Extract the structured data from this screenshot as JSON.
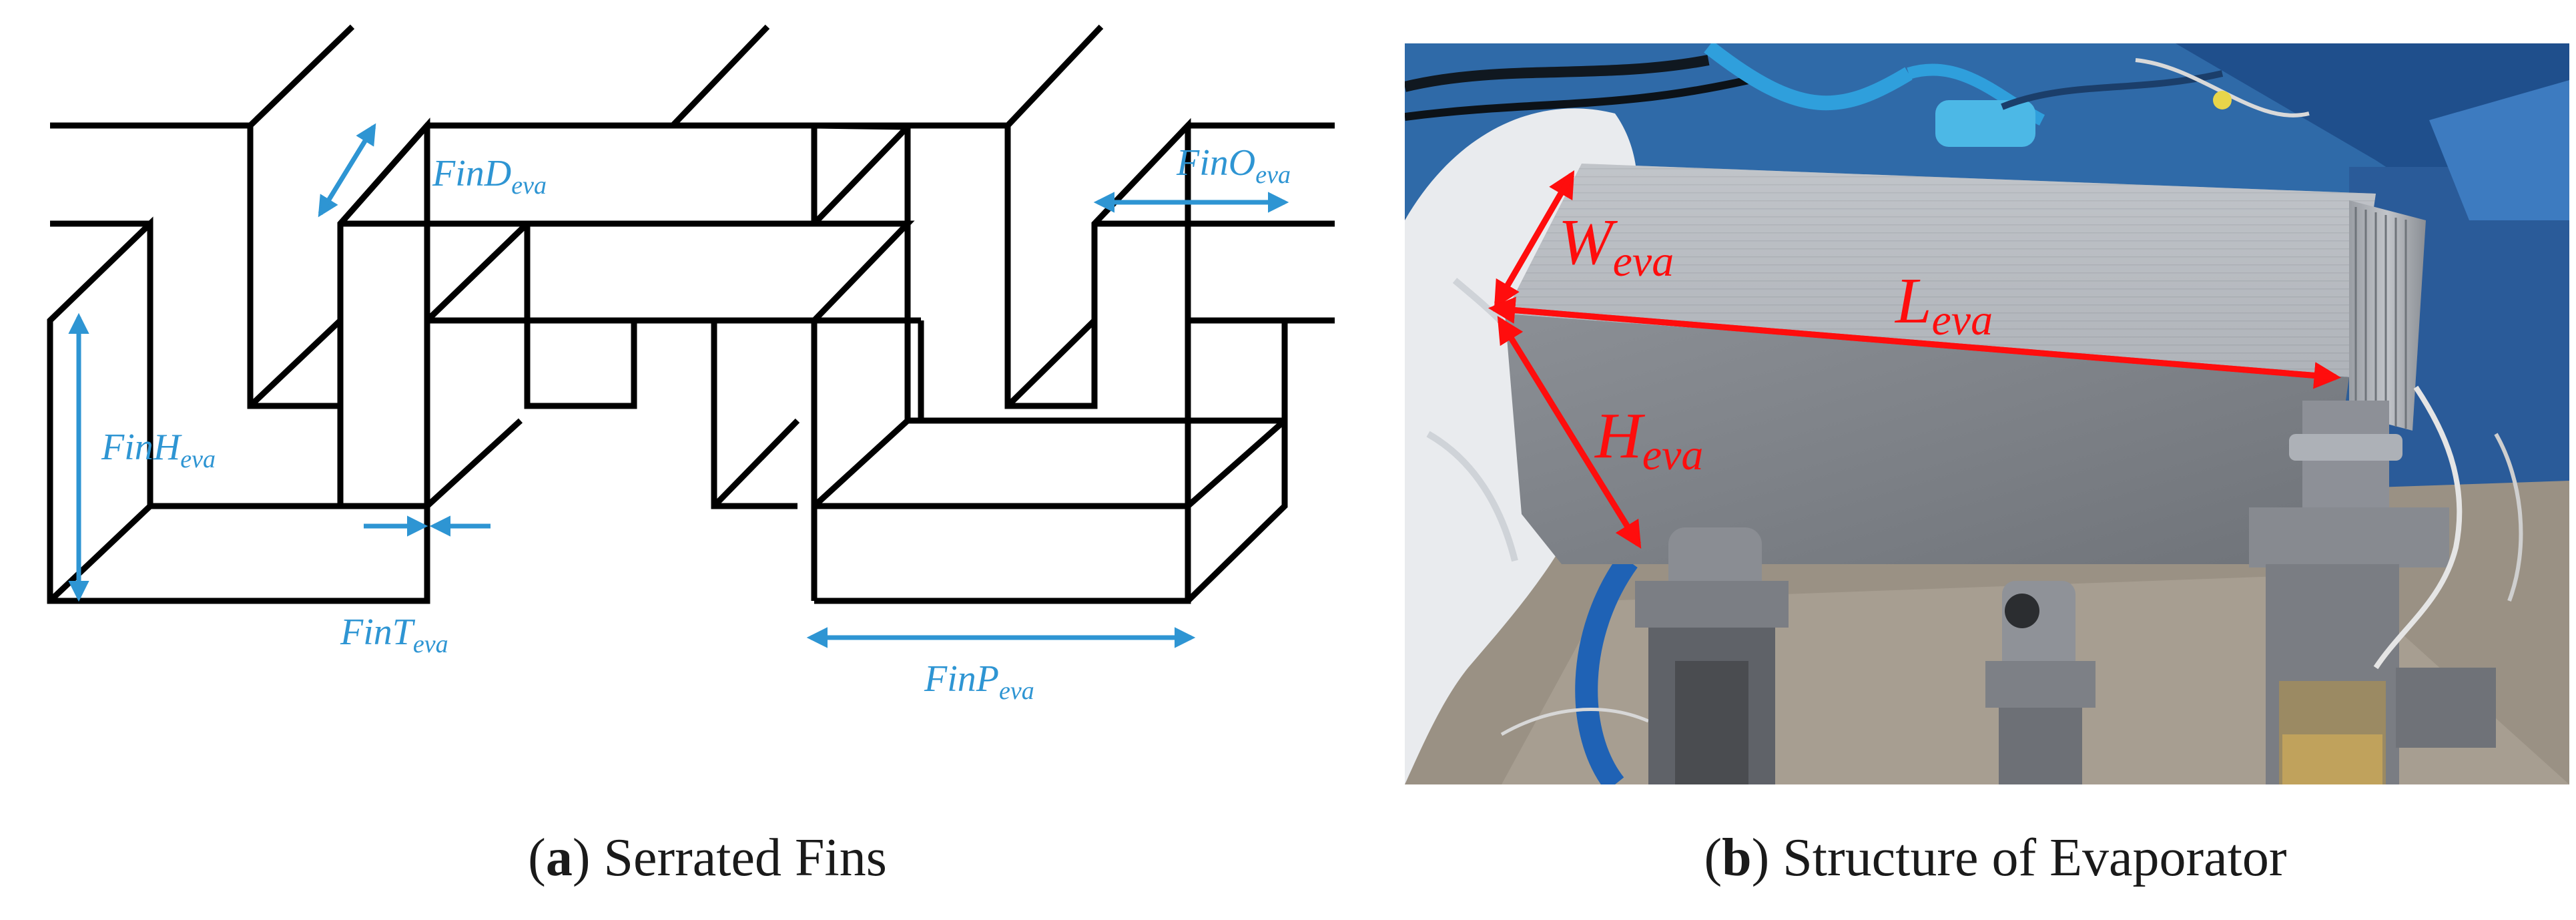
{
  "colors": {
    "dimension_blue": "#2e95d3",
    "dimension_red": "#ff0d0d",
    "line": "#000000"
  },
  "panel_a": {
    "labels": {
      "fin_d": {
        "main": "FinD",
        "sub": "eva"
      },
      "fin_o": {
        "main": "FinO",
        "sub": "eva"
      },
      "fin_h": {
        "main": "FinH",
        "sub": "eva"
      },
      "fin_t": {
        "main": "FinT",
        "sub": "eva"
      },
      "fin_p": {
        "main": "FinP",
        "sub": "eva"
      }
    },
    "caption": {
      "letter": "a",
      "text": " Serrated Fins"
    }
  },
  "panel_b": {
    "labels": {
      "width": {
        "main": "W",
        "sub": "eva"
      },
      "length": {
        "main": "L",
        "sub": "eva"
      },
      "height": {
        "main": "H",
        "sub": "eva"
      }
    },
    "caption": {
      "letter": "b",
      "text": " Structure of Evaporator"
    }
  }
}
